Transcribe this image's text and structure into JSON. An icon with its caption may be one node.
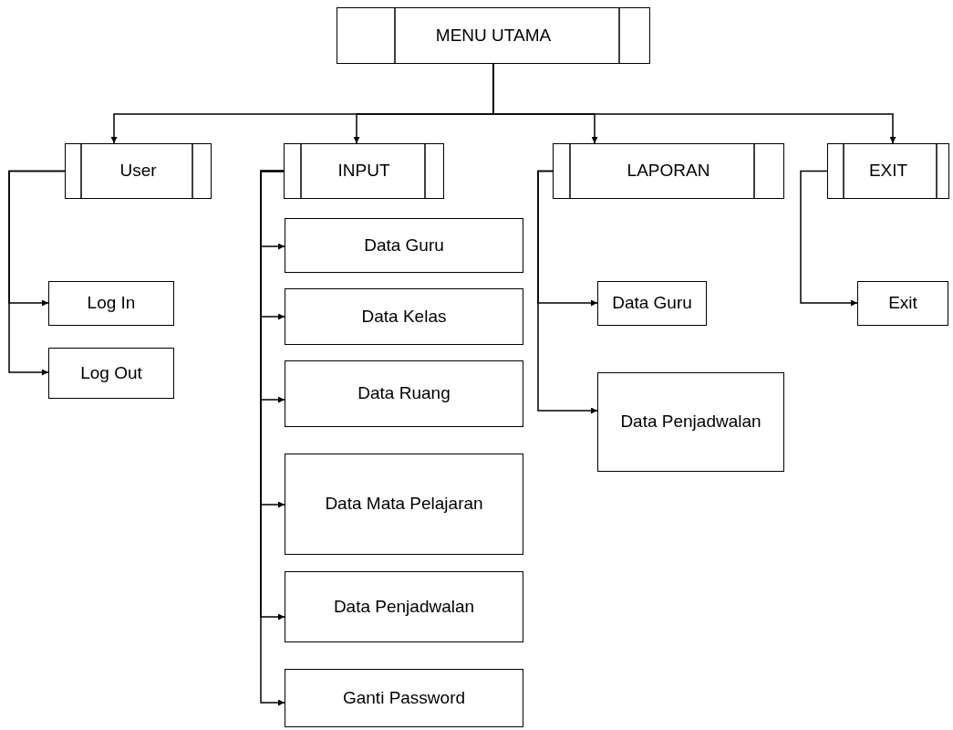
{
  "diagram": {
    "nodes": [
      {
        "text": [
          "MENU UTAMA"
        ]
      },
      {
        "text": [
          "User"
        ]
      },
      {
        "text": [
          "Log In"
        ]
      },
      {
        "text": [
          "Log Out"
        ]
      },
      {
        "text": [
          "INPUT"
        ]
      },
      {
        "text": [
          "Data Guru"
        ]
      },
      {
        "text": [
          "Data Kelas"
        ]
      },
      {
        "text": [
          "Data Ruang"
        ]
      },
      {
        "text": [
          "Data Mata Pelajaran"
        ]
      },
      {
        "text": [
          "Data Penjadwalan"
        ]
      },
      {
        "text": [
          "Ganti Password"
        ]
      },
      {
        "text": [
          "LAPORAN"
        ]
      },
      {
        "text": [
          "Data Guru"
        ]
      },
      {
        "text": [
          "Data Penjadwalan"
        ]
      },
      {
        "text": [
          "EXIT"
        ]
      },
      {
        "text": [
          "Exit"
        ]
      }
    ],
    "edges": [
      {
        "from": 0,
        "to": 1,
        "arrow": "to"
      },
      {
        "from": 0,
        "to": 4,
        "arrow": "to"
      },
      {
        "from": 0,
        "to": 11,
        "arrow": "to"
      },
      {
        "from": 0,
        "to": 14,
        "arrow": "to"
      },
      {
        "from": 1,
        "to": 2,
        "arrow": "to"
      },
      {
        "from": 1,
        "to": 3,
        "arrow": "to"
      },
      {
        "from": 4,
        "to": 5,
        "arrow": "to"
      },
      {
        "from": 4,
        "to": 6,
        "arrow": "to"
      },
      {
        "from": 4,
        "to": 7,
        "arrow": "to"
      },
      {
        "from": 4,
        "to": 8,
        "arrow": "to"
      },
      {
        "from": 4,
        "to": 9,
        "arrow": "to"
      },
      {
        "from": 4,
        "to": 10,
        "arrow": "to"
      },
      {
        "from": 11,
        "to": 12,
        "arrow": "to"
      },
      {
        "from": 11,
        "to": 13,
        "arrow": "to"
      },
      {
        "from": 14,
        "to": 15,
        "arrow": "to"
      }
    ]
  }
}
